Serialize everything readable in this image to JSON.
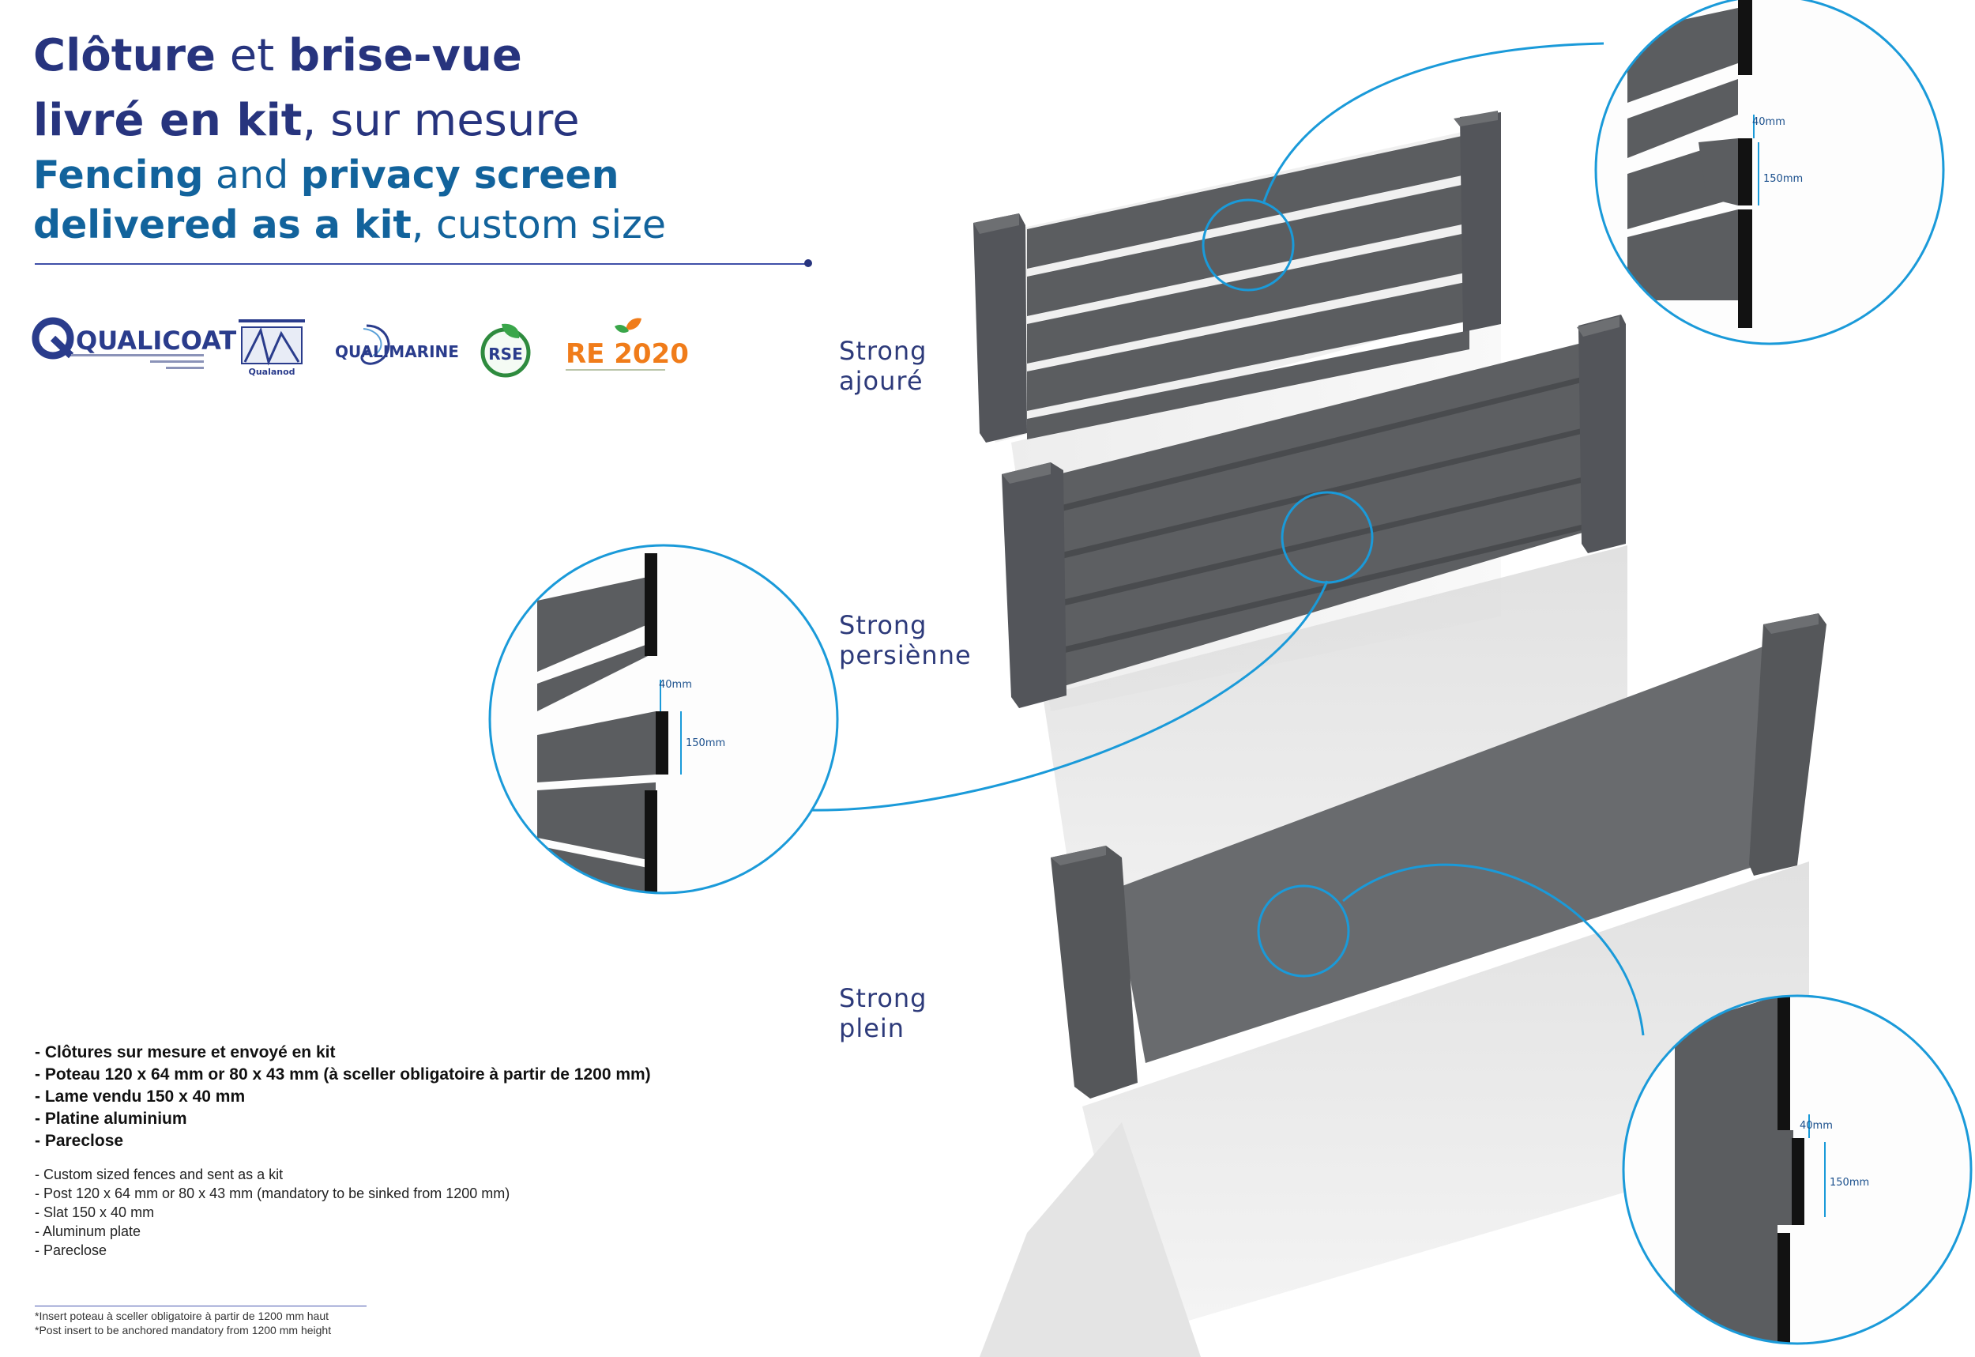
{
  "header": {
    "title_fr_1_bold_a": "Clôture",
    "title_fr_1_light": " et ",
    "title_fr_1_bold_b": "brise-vue",
    "title_fr_2_bold": "livré en kit",
    "title_fr_2_light": ", sur mesure",
    "title_en_1_bold_a": "Fencing",
    "title_en_1_light": " and ",
    "title_en_1_bold_b": "privacy screen",
    "title_en_2_bold": "delivered as a kit",
    "title_en_2_light": ", custom size"
  },
  "logos": {
    "qualicoat": "QUALICOAT",
    "qualanod": "Qualanod",
    "qualimarine": "QUALIMARINE",
    "rse": "RSE",
    "re2020": "RE 2020"
  },
  "panels": {
    "ajoure": {
      "line1": "Strong",
      "line2": "ajouré"
    },
    "persienne": {
      "line1": "Strong",
      "line2": "persiènne"
    },
    "plein": {
      "line1": "Strong",
      "line2": "plein"
    }
  },
  "details": {
    "gap": "40mm",
    "height": "150mm"
  },
  "specs_fr": [
    "- Clôtures sur mesure et envoyé en kit",
    "- Poteau 120 x 64 mm or 80 x 43 mm (à sceller obligatoire à partir de 1200 mm)",
    "- Lame vendu 150 x 40 mm",
    "- Platine aluminium",
    "- Pareclose"
  ],
  "specs_en": [
    "- Custom sized fences and sent as a kit",
    "- Post 120 x 64 mm or 80 x 43 mm (mandatory to be sinked from 1200 mm)",
    "- Slat 150 x 40 mm",
    "- Aluminum plate",
    "- Pareclose"
  ],
  "footnotes": [
    "*Insert poteau à sceller obligatoire à partir de 1200 mm haut",
    "*Post insert to be anchored mandatory from 1200 mm height"
  ],
  "colors": {
    "navy": "#27347e",
    "blue": "#12639c",
    "callout": "#1a9ad9",
    "metal": "#5b5d60",
    "metal_dark": "#45474a",
    "metal_light": "#6d6f72"
  }
}
